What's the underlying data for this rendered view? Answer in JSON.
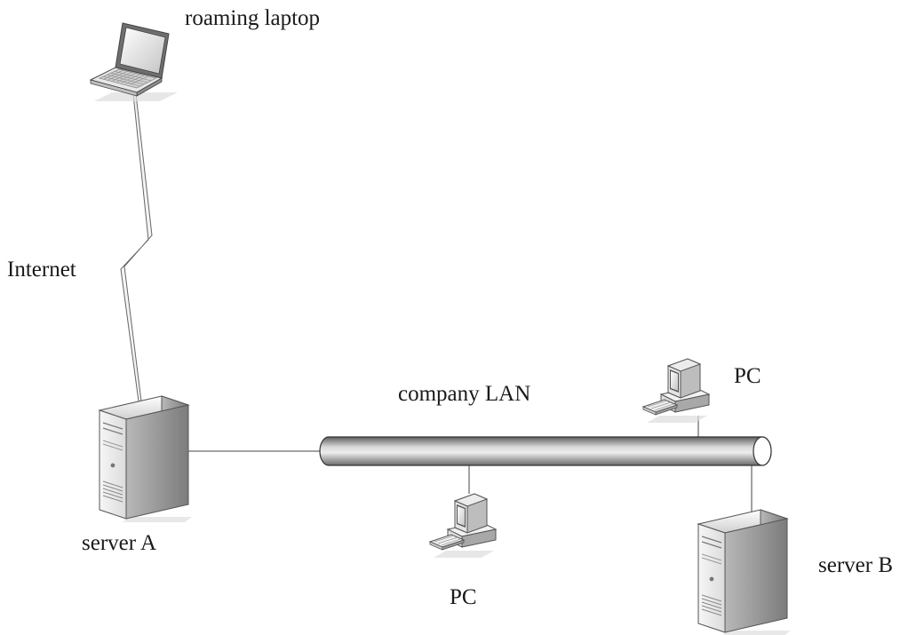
{
  "labels": {
    "roaming_laptop": "roaming laptop",
    "internet": "Internet",
    "company_lan": "company LAN",
    "pc_upper": "PC",
    "pc_lower": "PC",
    "server_a": "server A",
    "server_b": "server B"
  },
  "nodes": [
    {
      "id": "roaming-laptop",
      "icon": "laptop-icon"
    },
    {
      "id": "server-a",
      "icon": "server-tower-icon"
    },
    {
      "id": "server-b",
      "icon": "server-tower-icon"
    },
    {
      "id": "pc-upper",
      "icon": "desktop-pc-icon"
    },
    {
      "id": "pc-lower",
      "icon": "desktop-pc-icon"
    },
    {
      "id": "company-lan",
      "icon": "lan-bus-cylinder"
    }
  ],
  "edges": [
    {
      "from": "roaming-laptop",
      "to": "server-a",
      "type": "internet-lightning"
    },
    {
      "from": "server-a",
      "to": "company-lan",
      "type": "line"
    },
    {
      "from": "pc-upper",
      "to": "company-lan",
      "type": "line"
    },
    {
      "from": "pc-lower",
      "to": "company-lan",
      "type": "line"
    },
    {
      "from": "server-b",
      "to": "company-lan",
      "type": "line"
    }
  ],
  "colors": {
    "line": "#444444",
    "lan_dark": "#6a6a6a",
    "lan_light": "#e6e6e6",
    "device_light": "#f2f2f2",
    "device_mid": "#cfcfcf",
    "device_dark": "#8a8a8a"
  }
}
